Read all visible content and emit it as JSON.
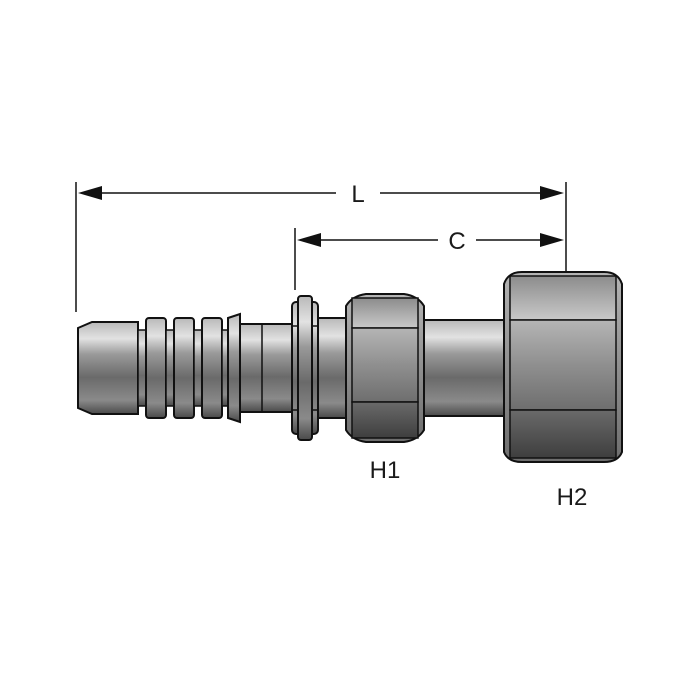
{
  "diagram": {
    "dimensions": {
      "length_label": "L",
      "center_label": "C"
    },
    "hex_labels": {
      "h1": "H1",
      "h2": "H2"
    }
  }
}
